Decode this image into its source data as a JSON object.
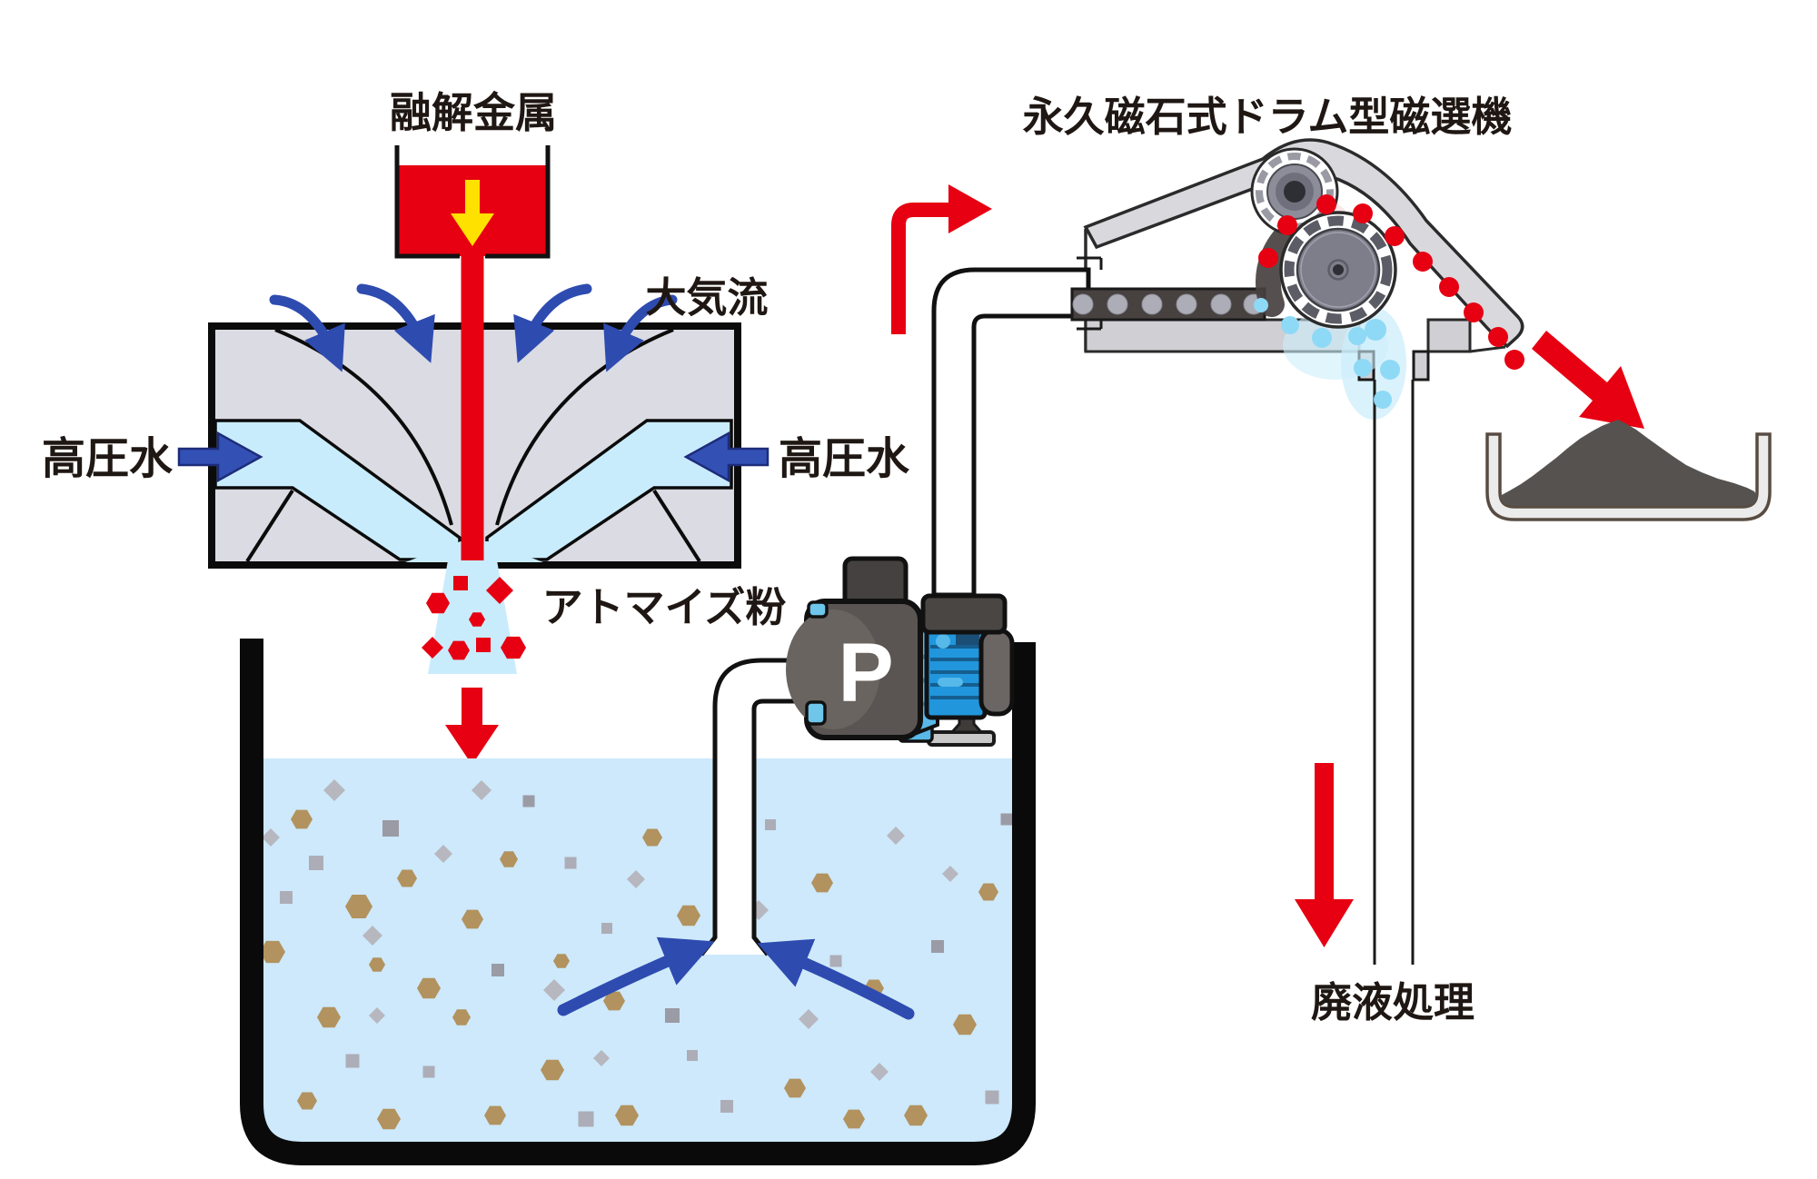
{
  "labels": {
    "molten_metal": "融解金属",
    "atmospheric_flow": "大気流",
    "high_pressure_water_left": "高圧水",
    "high_pressure_water_right": "高圧水",
    "atomized_powder": "アトマイズ粉",
    "magnetic_separator": "永久磁石式ドラム型磁選機",
    "waste_liquid_treatment": "廃液処理",
    "pump_symbol": "P"
  },
  "colors": {
    "red": "#e60012",
    "yellow": "#ffe100",
    "arrow_blue": "#2e4bb0",
    "block_arrow_blue": "#3350b4",
    "water_light_blue": "#cde9fb",
    "spray_blue": "#c9ecfc",
    "chamber_gray": "#dbdbe3",
    "housing_gray": "#d9d9dd",
    "powder_dark": "#565250",
    "particle_tan": "#b2925e",
    "particle_gray": "#adadb7",
    "pump_motor_blue": "#2196dc",
    "pump_body_gray": "#5a5552",
    "text_black": "#1f1713"
  }
}
